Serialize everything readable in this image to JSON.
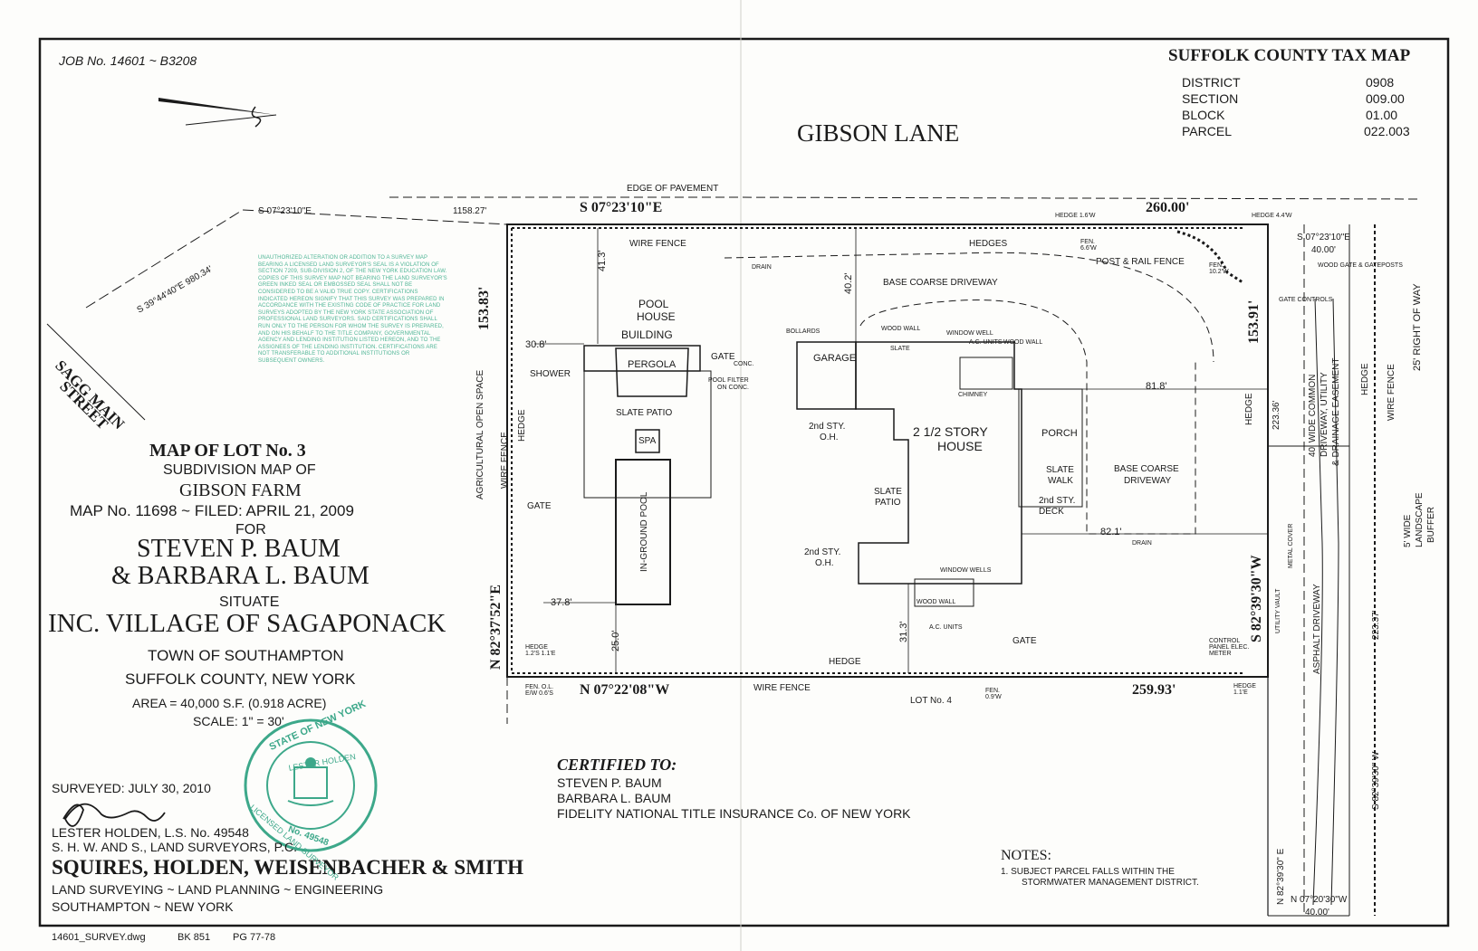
{
  "header": {
    "job_no": "JOB No. 14601 ~ B3208",
    "tax_map": {
      "title": "SUFFOLK COUNTY TAX MAP",
      "rows": [
        {
          "label": "DISTRICT",
          "value": "0908"
        },
        {
          "label": "SECTION",
          "value": "009.00"
        },
        {
          "label": "BLOCK",
          "value": "01.00"
        },
        {
          "label": "PARCEL",
          "value": "022.003"
        }
      ]
    }
  },
  "streets": {
    "gibson_lane": "GIBSON LANE",
    "sagg_main_1": "SAGG MAIN",
    "sagg_main_2": "STREET",
    "right_of_way": "25' RIGHT OF WAY"
  },
  "bearings": {
    "north_top": "S 07°23'10\"E",
    "north_top_dist": "260.00'",
    "road_bearing": "S 07°23'10\"E",
    "road_dist": "1158.27'",
    "sagg_bearing": "S 39°44'40\"E 980.34'",
    "bottom": "N 07°22'08\"W",
    "bottom_dist": "259.93'",
    "west": "N 82°37'52\"E",
    "west_dist": "153.83'",
    "east": "S 82°39'30\"W",
    "east_dist": "153.91'",
    "ne_corner": "S 07°23'10\"E",
    "ne_dist": "40.00'",
    "right_line_1": "N 82°39'30\" E",
    "right_line_2": "S 82°39'30\" W",
    "right_line_2_dist": "223.37'",
    "right_line_3": "223.36'",
    "se_corner": "N 07°20'30\"W",
    "se_dist": "40.00'"
  },
  "features": {
    "edge_of_pavement": "EDGE OF PAVEMENT",
    "wire_fence": "WIRE FENCE",
    "hedges": "HEDGES",
    "hedge": "HEDGE",
    "post_rail_fence": "POST & RAIL FENCE",
    "base_driveway_top": "BASE COARSE DRIVEWAY",
    "base_driveway_right_1": "BASE COARSE",
    "base_driveway_right_2": "DRIVEWAY",
    "pool_house_1": "POOL",
    "pool_house_2": "HOUSE",
    "pool_house_3": "BUILDING",
    "pergola": "PERGOLA",
    "slate_patio": "SLATE PATIO",
    "spa": "SPA",
    "pool": "IN-GROUND POOL",
    "shower": "SHOWER",
    "gate": "GATE",
    "garage": "GARAGE",
    "house_1": "2 1/2 STORY",
    "house_2": "HOUSE",
    "porch": "PORCH",
    "slate_walk_1": "SLATE",
    "slate_walk_2": "WALK",
    "deck_1": "2nd STY.",
    "deck_2": "DECK",
    "slate_patio2_1": "SLATE",
    "slate_patio2_2": "PATIO",
    "oh_1a": "2nd STY.",
    "oh_1b": "O.H.",
    "chimney": "CHIMNEY",
    "drain": "DRAIN",
    "bollards": "BOLLARDS",
    "pool_filter_1": "POOL FILTER",
    "pool_filter_2": "ON CONC.",
    "conc": "CONC.",
    "wood_wall": "WOOD WALL",
    "window_well": "WINDOW WELL",
    "window_wells": "WINDOW WELLS",
    "ac_units": "A.C. UNITS",
    "slate": "SLATE",
    "lot4": "LOT No. 4",
    "ag_open_space": "AGRICULTURAL OPEN SPACE",
    "common_drive_1": "40' WIDE COMMON",
    "common_drive_2": "DRIVEWAY, UTILITY",
    "common_drive_3": "& DRAINAGE EASEMENT",
    "asphalt_driveway": "ASPHALT DRIVEWAY",
    "landscape_buffer_1": "5' WIDE",
    "landscape_buffer_2": "LANDSCAPE",
    "landscape_buffer_3": "BUFFER",
    "wood_gate": "WOOD GATE & GATEPOSTS",
    "gate_controls": "GATE CONTROLS",
    "metal_cover": "METAL COVER",
    "utility_vault": "UTILITY VAULT",
    "control_panel": "CONTROL PANEL ELEC. METER",
    "hedge_16": "HEDGE 1.6'W",
    "hedge_44": "HEDGE 4.4'W",
    "hedge_12": "HEDGE 1.2'S 1.1'E",
    "hedge_11": "HEDGE 1.1'E",
    "fen_66": "FEN. 6.6'W",
    "fen_102": "FEN. 10.2'W",
    "fen_09": "FEN. 0.9'W",
    "fen_ol": "FEN. O.L. E/W 0.6'S"
  },
  "dims": {
    "d41_3": "41.3'",
    "d40_2": "40.2'",
    "d30_8": "30.8'",
    "d37_8": "37.8'",
    "d25_0": "25.0'",
    "d31_3": "31.3'",
    "d81_8": "81.8'",
    "d82_1": "82.1'"
  },
  "title_block": {
    "map_of_lot": "MAP OF LOT No. 3",
    "subdivision": "SUBDIVISION MAP OF",
    "farm": "GIBSON FARM",
    "map_no": "MAP No. 11698 ~ FILED: APRIL 21, 2009",
    "for": "FOR",
    "owner1": "STEVEN P. BAUM",
    "owner2": "& BARBARA L. BAUM",
    "situate": "SITUATE",
    "village": "INC. VILLAGE OF SAGAPONACK",
    "town": "TOWN OF SOUTHAMPTON",
    "county": "SUFFOLK COUNTY, NEW YORK",
    "area": "AREA = 40,000 S.F. (0.918 ACRE)",
    "scale": "SCALE: 1\" = 30'"
  },
  "surveyor": {
    "surveyed": "SURVEYED: JULY 30, 2010",
    "name": "LESTER HOLDEN, L.S. No. 49548",
    "firm_short": "S. H. W. AND S., LAND SURVEYORS, P.C.",
    "firm": "SQUIRES, HOLDEN, WEISENBACHER & SMITH",
    "services": "LAND SURVEYING ~ LAND PLANNING ~ ENGINEERING",
    "location": "SOUTHAMPTON ~ NEW YORK",
    "file": "14601_SURVEY.dwg",
    "book": "BK 851",
    "page": "PG 77-78",
    "seal_top": "STATE OF NEW YORK",
    "seal_name": "LESTER HOLDEN",
    "seal_no": "No. 49548",
    "seal_bottom": "LICENSED LAND SURVEYOR"
  },
  "stamp": "UNAUTHORIZED ALTERATION OR ADDITION TO A SURVEY MAP BEARING A LICENSED LAND SURVEYOR'S SEAL IS A VIOLATION OF SECTION 7209, SUB-DIVISION 2, OF THE NEW YORK EDUCATION LAW. COPIES OF THIS SURVEY MAP NOT BEARING THE LAND SURVEYOR'S GREEN INKED SEAL OR EMBOSSED SEAL SHALL NOT BE CONSIDERED TO BE A VALID TRUE COPY. CERTIFICATIONS INDICATED HEREON SIGNIFY THAT THIS SURVEY WAS PREPARED IN ACCORDANCE WITH THE EXISTING CODE OF PRACTICE FOR LAND SURVEYS ADOPTED BY THE NEW YORK STATE ASSOCIATION OF PROFESSIONAL LAND SURVEYORS. SAID CERTIFICATIONS SHALL RUN ONLY TO THE PERSON FOR WHOM THE SURVEY IS PREPARED, AND ON HIS BEHALF TO THE TITLE COMPANY, GOVERNMENTAL AGENCY AND LENDING INSTITUTION LISTED HEREON, AND TO THE ASSIGNEES OF THE LENDING INSTITUTION. CERTIFICATIONS ARE NOT TRANSFERABLE TO ADDITIONAL INSTITUTIONS OR SUBSEQUENT OWNERS.",
  "certified": {
    "title": "CERTIFIED TO:",
    "lines": [
      "STEVEN P. BAUM",
      "BARBARA L. BAUM",
      "FIDELITY NATIONAL TITLE INSURANCE Co. OF NEW YORK"
    ]
  },
  "notes": {
    "title": "NOTES:",
    "line1": "1.   SUBJECT PARCEL FALLS WITHIN THE",
    "line2": "STORMWATER MANAGEMENT DISTRICT."
  },
  "colors": {
    "ink": "#1a1a1a",
    "seal_green": "#3da88a",
    "paper": "#fdfdfb"
  }
}
